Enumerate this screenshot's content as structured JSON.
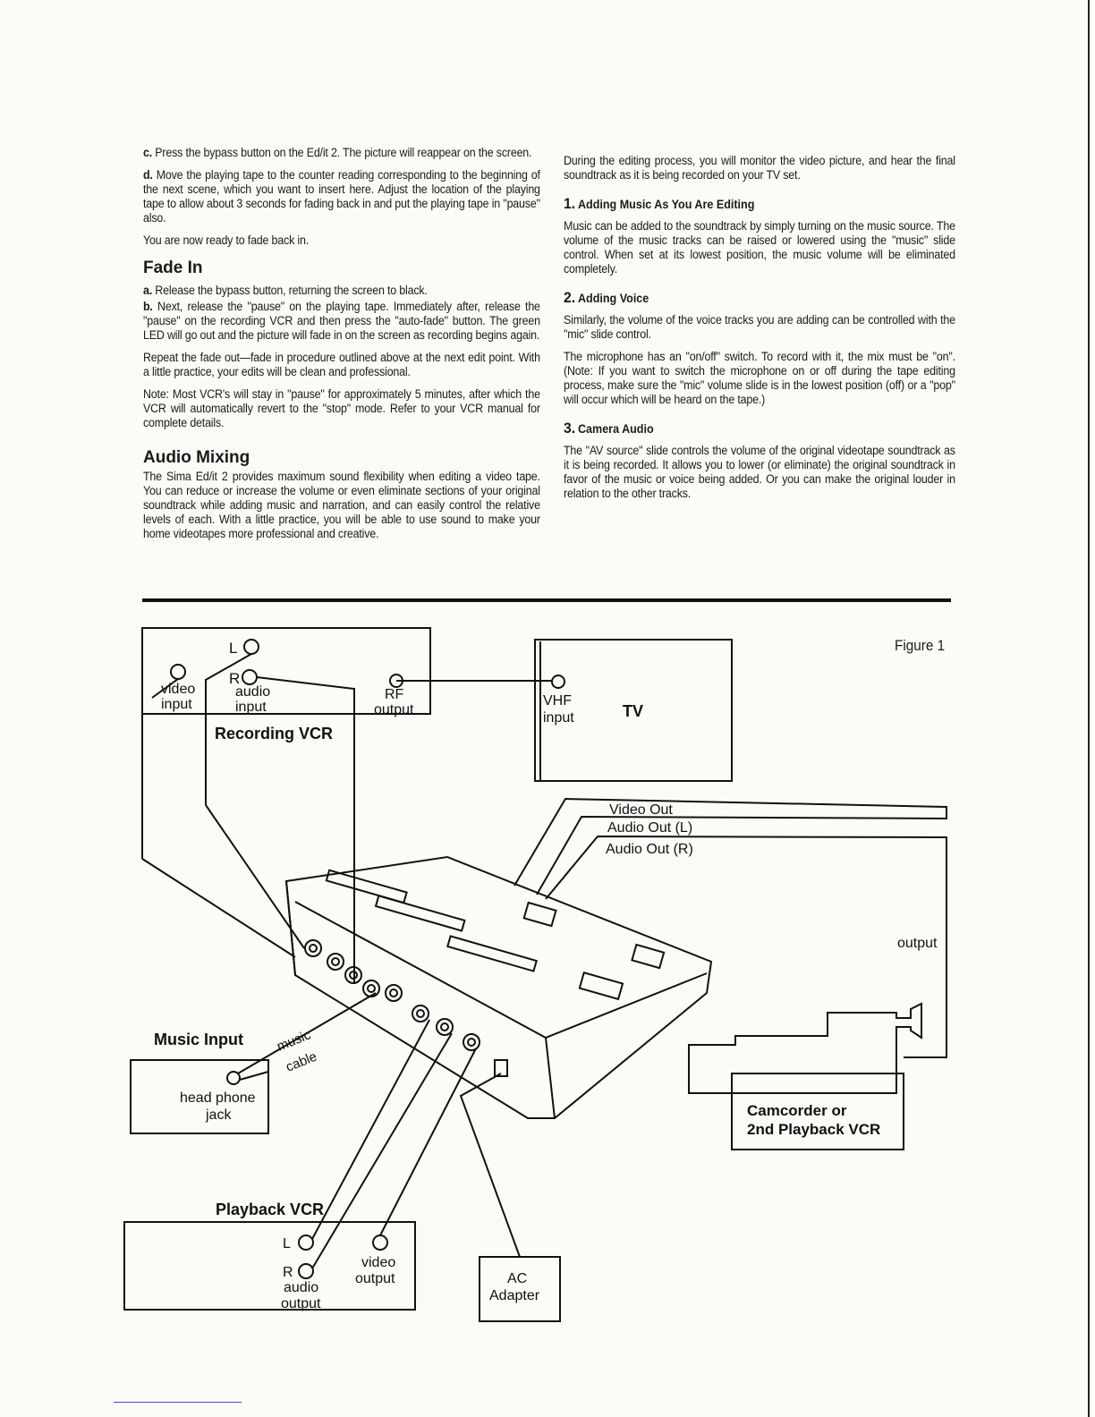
{
  "left_column": {
    "para_c_lead": "c.",
    "para_c": "Press the bypass button on the Ed/it 2. The picture will reappear on the screen.",
    "para_d_lead": "d.",
    "para_d": "Move the playing tape to the counter reading corresponding to the beginning of the next scene, which you want to insert here. Adjust the location of the playing tape to allow about 3 seconds for fading back in and put the playing tape in \"pause\" also.",
    "ready": "You are now ready to fade back in.",
    "fade_in_heading": "Fade In",
    "fade_a_lead": "a.",
    "fade_a": "Release the bypass button, returning the screen to black.",
    "fade_b_lead": "b.",
    "fade_b": "Next, release the \"pause\" on the playing tape. Immediately after, release the \"pause\" on the recording VCR and then press the \"auto-fade\" button. The green LED will go out and the picture will fade in on the screen as recording begins again.",
    "repeat": "Repeat the fade out—fade in procedure outlined above at the next edit point. With a little practice, your edits will be clean and professional.",
    "note": "Note: Most VCR's will stay in \"pause\" for approximately 5 minutes, after which the VCR will automatically revert to the \"stop\" mode. Refer to your VCR manual for complete details.",
    "audio_mixing_heading": "Audio Mixing",
    "audio_mixing": "The Sima Ed/it 2 provides maximum sound flexibility when editing a video tape. You can reduce or increase the volume or even eliminate sections of your original soundtrack while adding music and narration, and can easily control the relative levels of each. With a little practice, you will be able to use sound to make your home videotapes more professional and creative."
  },
  "right_column": {
    "intro": "During the editing process, you will monitor the video picture, and hear the final soundtrack as it is being recorded on your TV set.",
    "s1_num": "1.",
    "s1_title": "Adding Music As You Are Editing",
    "s1_text": "Music can be added to the soundtrack by simply turning on the music source. The volume of the music tracks can be raised or lowered using the \"music\" slide control. When set at its lowest position, the music volume will be eliminated completely.",
    "s2_num": "2.",
    "s2_title": "Adding Voice",
    "s2_text1": "Similarly, the volume of the voice tracks you are adding can be controlled with the \"mic\" slide control.",
    "s2_text2": "The microphone has an \"on/off\" switch. To record with it, the mix must be \"on\". (Note: If you want to switch the microphone on or off during the tape editing process, make sure the \"mic\" volume slide is in the lowest position (off) or a \"pop\" will occur which will be heard on the tape.)",
    "s3_num": "3.",
    "s3_title": "Camera Audio",
    "s3_text": "The \"AV source\" slide controls the volume of the original videotape soundtrack as it is being recorded. It allows you to lower (or eliminate) the original soundtrack in favor of the music or voice being added. Or you can make the original louder in relation to the other tracks."
  },
  "figure": {
    "label": "Figure 1",
    "recording_vcr": {
      "title": "Recording VCR",
      "l": "L",
      "r": "R",
      "video_input_1": "video",
      "video_input_2": "input",
      "audio_input_1": "audio",
      "audio_input_2": "input",
      "rf_1": "RF",
      "rf_2": "output"
    },
    "tv": {
      "title": "TV",
      "vhf_1": "VHF",
      "vhf_2": "input"
    },
    "camcorder_cables": {
      "video_out": "Video Out",
      "audio_out_l": "Audio Out (L)",
      "audio_out_r": "Audio Out (R)",
      "output": "output"
    },
    "music_input": {
      "title": "Music Input",
      "cable_1": "music",
      "cable_2": "cable",
      "jack_1": "head phone",
      "jack_2": "jack"
    },
    "camcorder": {
      "title_1": "Camcorder or",
      "title_2": "2nd Playback VCR"
    },
    "playback_vcr": {
      "title": "Playback VCR",
      "l": "L",
      "r": "R",
      "audio_1": "audio",
      "audio_2": "output",
      "video_1": "video",
      "video_2": "output"
    },
    "ac_adapter": {
      "line_1": "AC",
      "line_2": "Adapter"
    }
  }
}
